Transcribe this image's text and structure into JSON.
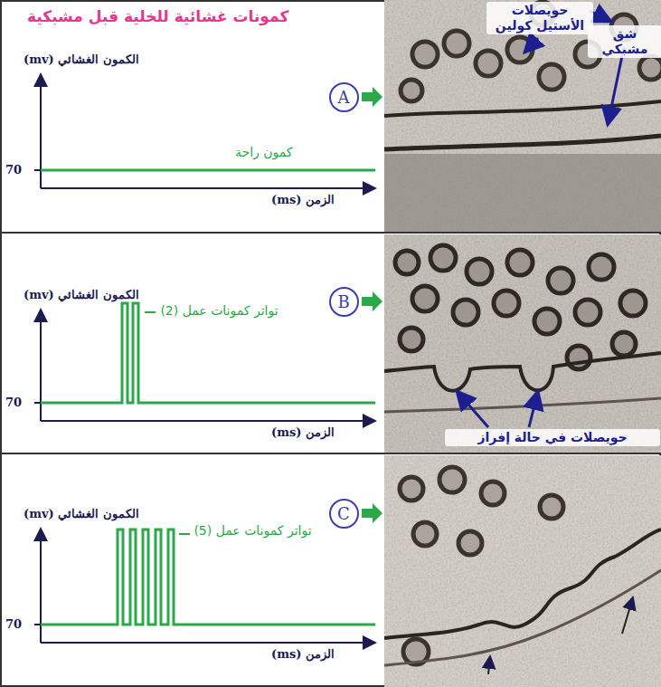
{
  "diagram": {
    "title": "كمونات غشائية للخلية قبل مشبكية",
    "nodes": [
      {
        "text": [
          "A"
        ]
      },
      {
        "text": [
          "B"
        ]
      },
      {
        "text": [
          "C"
        ]
      }
    ],
    "labels": [
      "حويصلات الأستيل كولين",
      "شق مشبكي",
      "الكمون الغشائي (mv)",
      "كمون راحة",
      "70",
      "الزمن (ms)",
      "الكمون الغشائي (mv)",
      "تواتر كمونات عمل (2)",
      "70",
      "الزمن (ms)",
      "حويصلات في حالة إفراز",
      "الكمون الغشائي (mv)",
      "تواتر كمونات عمل (5)",
      "70",
      "الزمن (ms)"
    ]
  }
}
